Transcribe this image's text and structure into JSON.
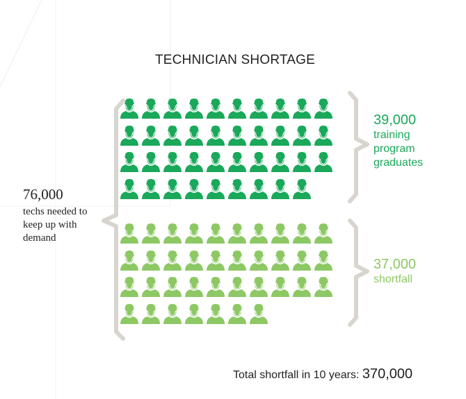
{
  "title": "TECHNICIAN SHORTAGE",
  "needed": {
    "number": "76,000",
    "text": "techs needed to keep up with demand"
  },
  "graduates": {
    "number": "39,000",
    "text": "training program graduates"
  },
  "shortfall": {
    "number": "37,000",
    "text": "shortfall"
  },
  "total": {
    "label": "Total shortfall in 10 years:",
    "value": "370,000"
  },
  "colors": {
    "graduates": "#1aa85a",
    "shortfall": "#8dc865",
    "bracket": "#d8d5cf"
  },
  "chart_data": {
    "type": "pictogram",
    "title": "TECHNICIAN SHORTAGE",
    "unit_per_icon": 1000,
    "total_needed": 76000,
    "series": [
      {
        "name": "training program graduates",
        "value": 39000,
        "icons": 39,
        "color": "#1aa85a"
      },
      {
        "name": "shortfall",
        "value": 37000,
        "icons": 37,
        "color": "#8dc865"
      }
    ],
    "icons_per_row": 10
  }
}
